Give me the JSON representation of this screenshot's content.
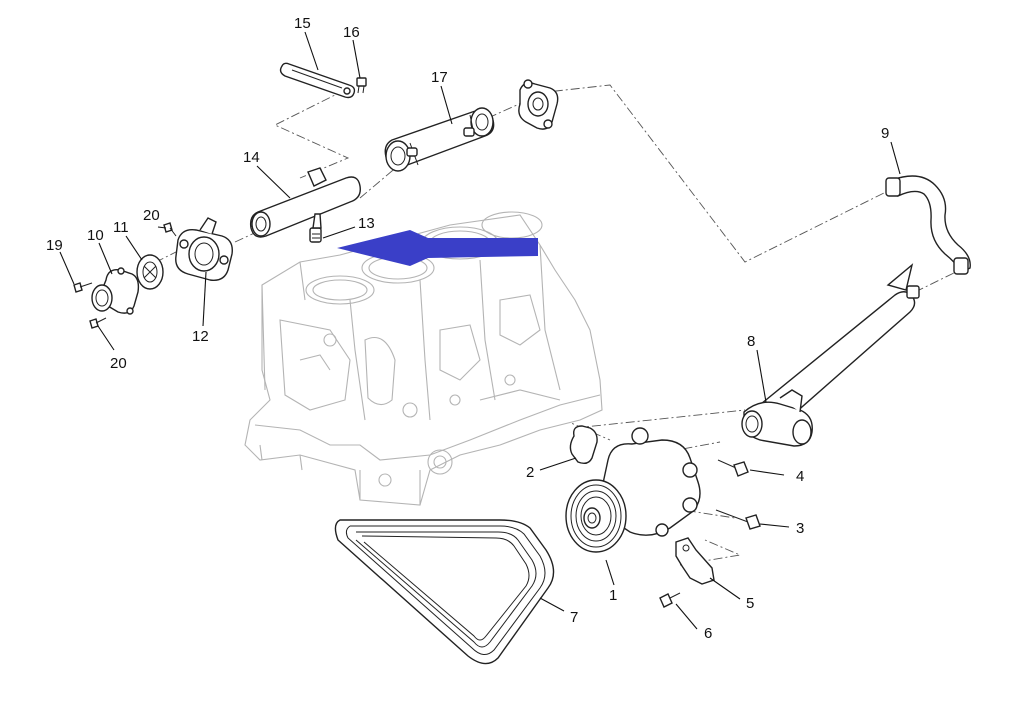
{
  "arrow_color": "#3a3fc8",
  "callouts": [
    "1",
    "2",
    "3",
    "4",
    "5",
    "6",
    "7",
    "8",
    "9",
    "10",
    "11",
    "12",
    "13",
    "14",
    "15",
    "16",
    "17",
    "19",
    "20"
  ]
}
